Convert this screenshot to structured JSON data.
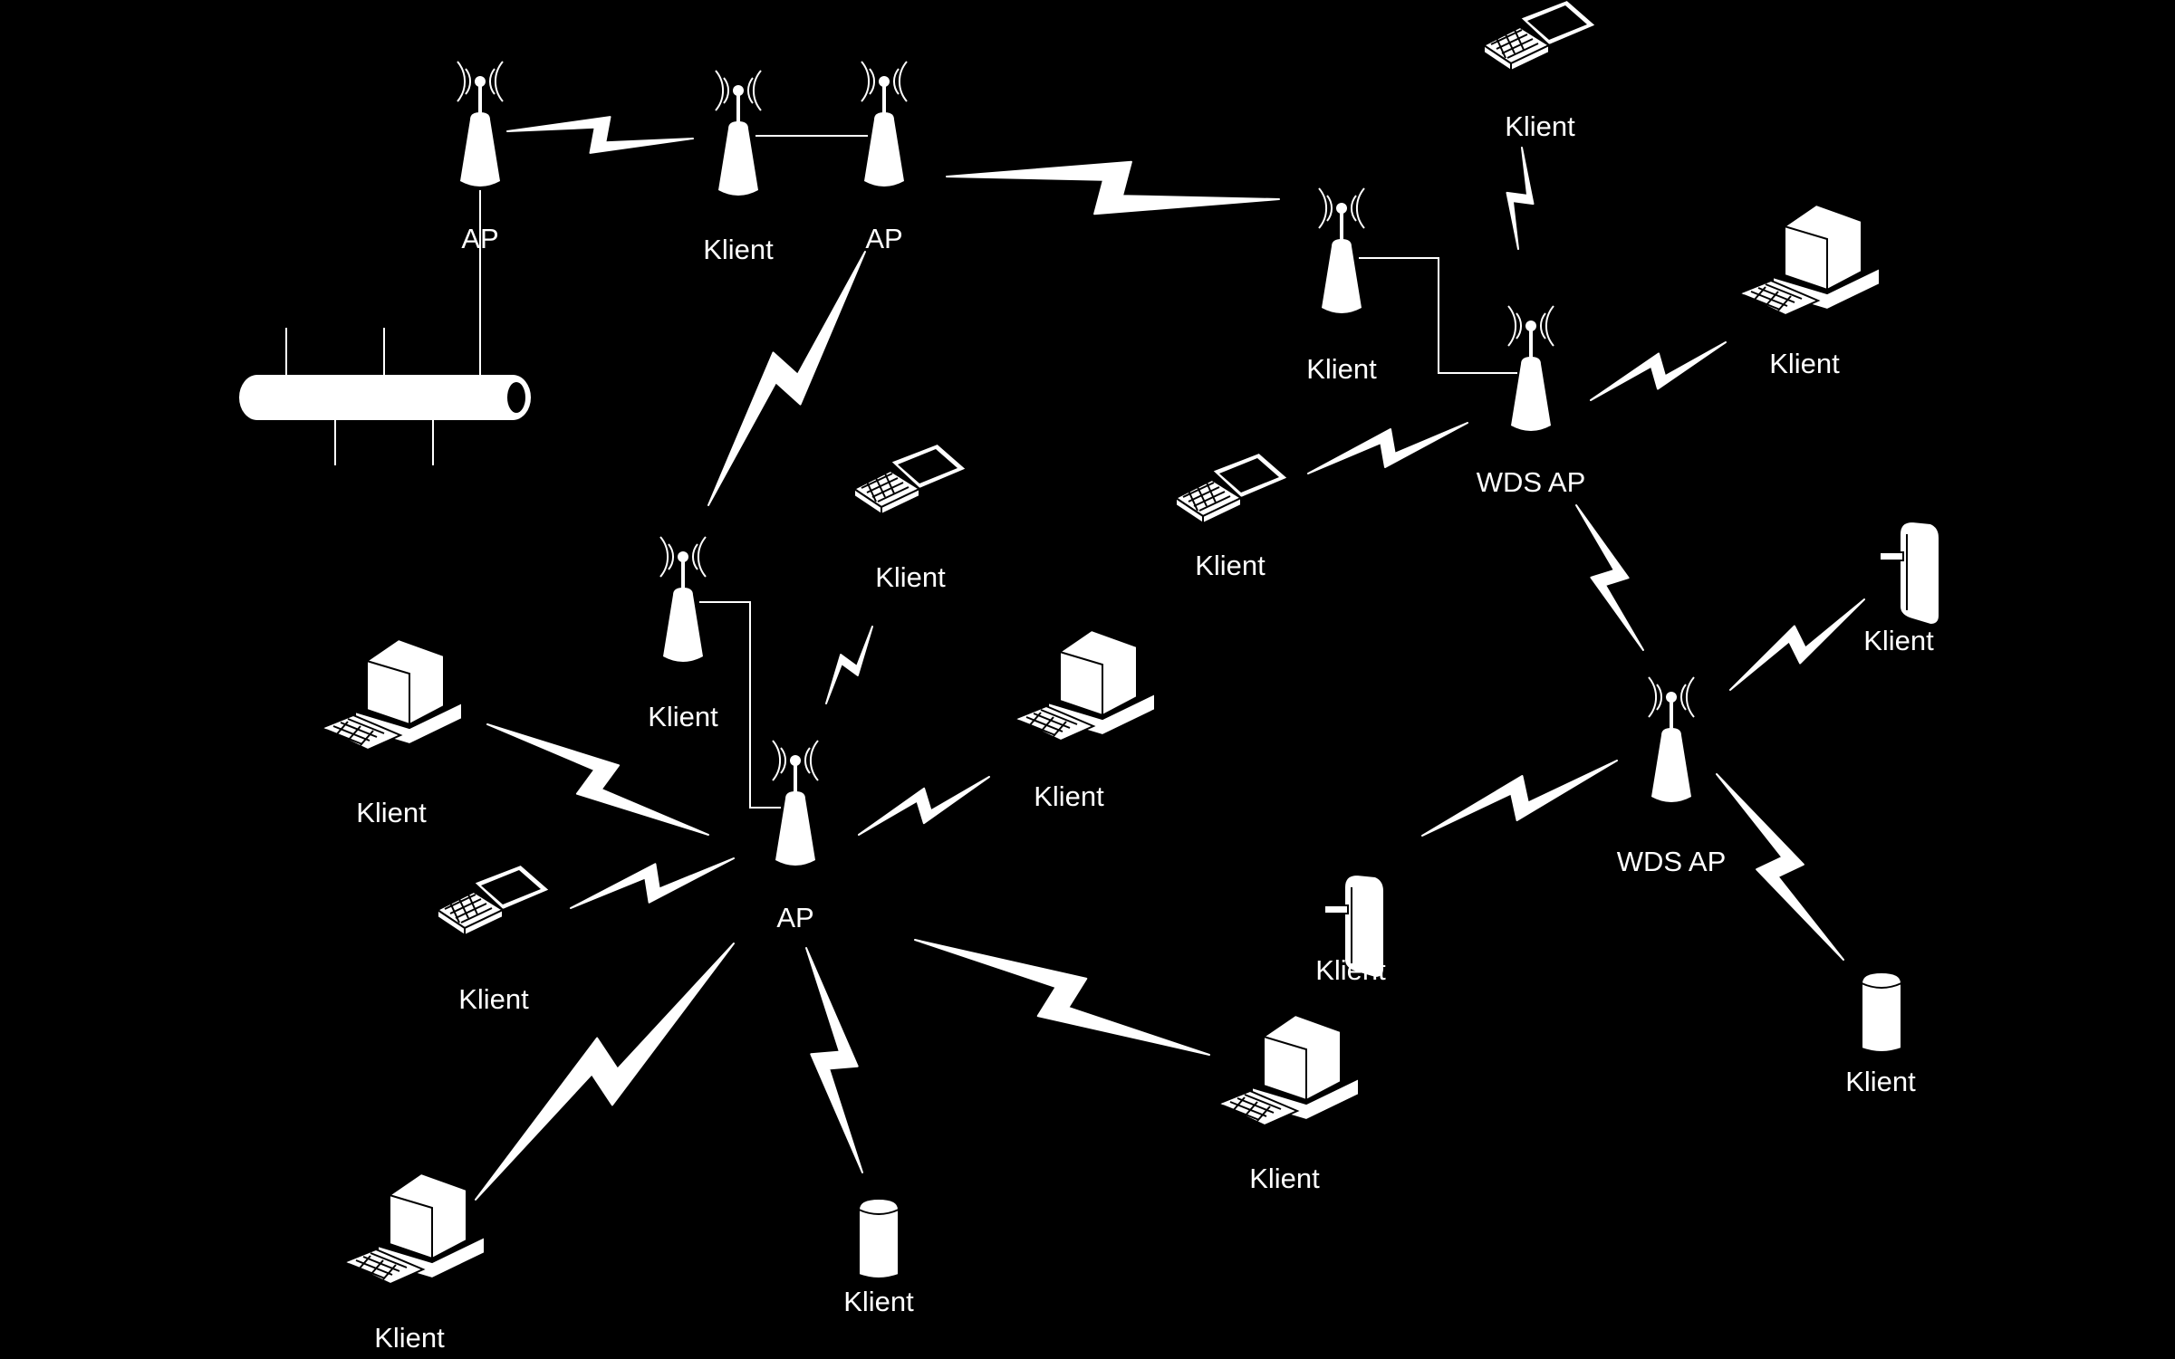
{
  "colors": {
    "background": "#000000",
    "foreground": "#ffffff"
  },
  "labels": {
    "ap1": "AP",
    "klient_bridge": "Klient",
    "ap2": "AP",
    "klient_ne": "Klient",
    "klient_top_laptop": "Klient",
    "klient_pc_ne": "Klient",
    "wds_ap1": "WDS AP",
    "klient_laptop_mid": "Klient",
    "klient_pda1": "Klient",
    "wds_ap2": "WDS AP",
    "klient_pda2": "Klient",
    "klient_cyl1": "Klient",
    "klient_repeater": "Klient",
    "klient_laptop_c": "Klient",
    "klient_pc_w": "Klient",
    "klient_pc_e": "Klient",
    "ap_main": "AP",
    "klient_laptop_w": "Klient",
    "klient_pc_sw": "Klient",
    "klient_cyl2": "Klient",
    "klient_pc_s": "Klient"
  },
  "icons": [
    "antenna-ap-icon",
    "laptop-icon",
    "desktop-pc-icon",
    "pda-icon",
    "cylinder-device-icon",
    "ethernet-bus-icon",
    "wireless-link-icon"
  ]
}
